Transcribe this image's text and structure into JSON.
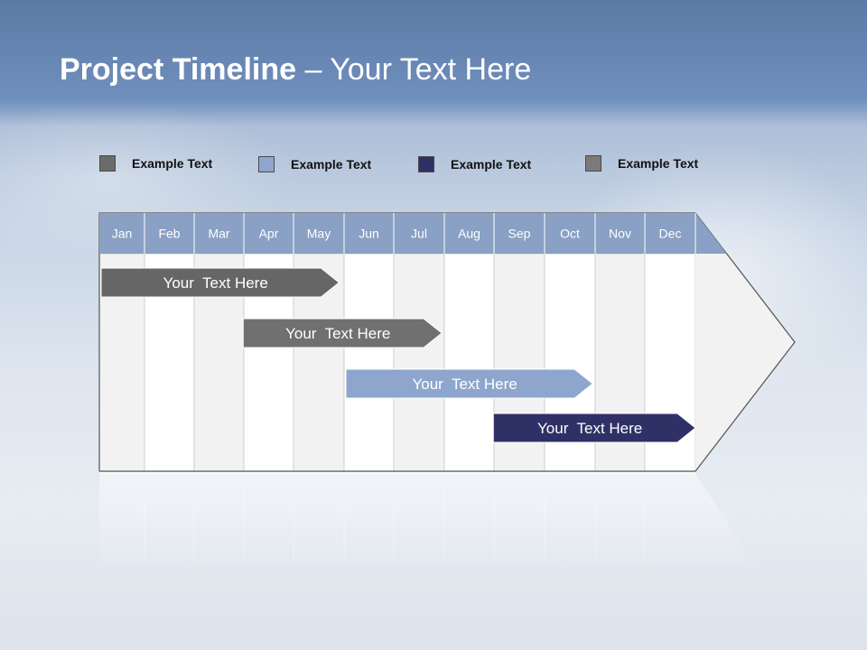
{
  "title": {
    "bold": "Project Timeline",
    "rest": " – Your Text Here"
  },
  "legend": [
    {
      "label": "Example Text",
      "color": "#6b6b6b"
    },
    {
      "label": "Example Text",
      "color": "#8fa7cc"
    },
    {
      "label": "Example Text",
      "color": "#2f3166"
    },
    {
      "label": "Example Text",
      "color": "#7a7a7a"
    }
  ],
  "months": [
    "Jan",
    "Feb",
    "Mar",
    "Apr",
    "May",
    "Jun",
    "Jul",
    "Aug",
    "Sep",
    "Oct",
    "Nov",
    "Dec"
  ],
  "tasks": [
    {
      "label": "Your  Text Here",
      "color": "#666666",
      "start": 1.0,
      "end": 4.9
    },
    {
      "label": "Your  Text Here",
      "color": "#707070",
      "start": 3.95,
      "end": 6.95
    },
    {
      "label": "Your  Text Here",
      "color": "#8ea6cd",
      "start": 6.0,
      "end": 9.95
    },
    {
      "label": "Your  Text Here",
      "color": "#2f3166",
      "start": 8.95,
      "end": 12.0
    }
  ],
  "colors": {
    "header": "#8aa0c4",
    "header_divider": "#ffffff",
    "col_light": "#f2f2f2",
    "col_white": "#ffffff"
  }
}
